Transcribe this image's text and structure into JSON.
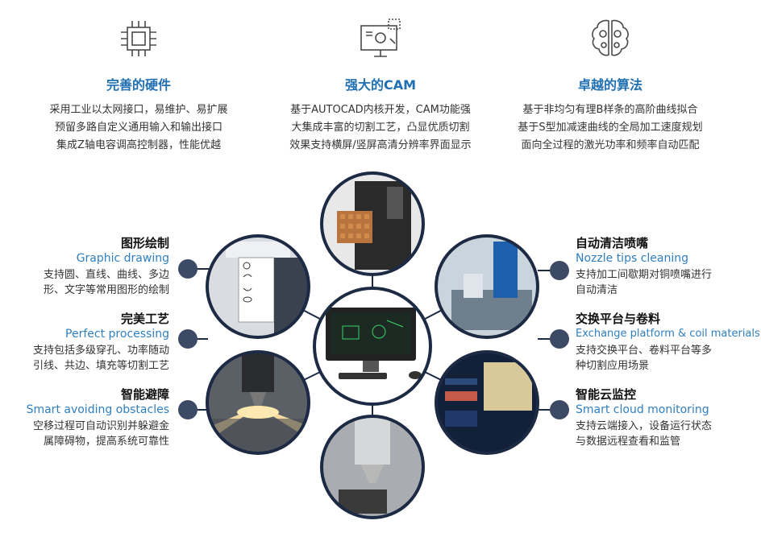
{
  "features": [
    {
      "icon": "chip-icon",
      "title": "完善的硬件",
      "lines": [
        "采用工业以太网接口，易维护、易扩展",
        "预留多路自定义通用输入和输出接口",
        "集成Z轴电容调高控制器，性能优越"
      ]
    },
    {
      "icon": "monitor-icon",
      "title": "强大的CAM",
      "lines": [
        "基于AUTOCAD内核开发，CAM功能强",
        "大集成丰富的切割工艺，凸显优质切割",
        "效果支持横屏/竖屏高清分辨率界面显示"
      ]
    },
    {
      "icon": "brain-gear-icon",
      "title": "卓越的算法",
      "lines": [
        "基于非均匀有理B样条的高阶曲线拟合",
        "基于S型加减速曲线的全局加工速度规划",
        "面向全过程的激光功率和频率自动匹配"
      ]
    }
  ],
  "left_items": [
    {
      "zh": "图形绘制",
      "en": "Graphic drawing",
      "desc": [
        "支持圆、直线、曲线、多边",
        "形、文字等常用图形的绘制"
      ]
    },
    {
      "zh": "完美工艺",
      "en": "Perfect processing",
      "desc": [
        "支持包括多级穿孔、功率随动",
        "引线、共边、填充等切割工艺"
      ]
    },
    {
      "zh": "智能避障",
      "en": "Smart avoiding obstacles",
      "desc": [
        "空移过程可自动识别并躲避金",
        "属障碍物，提高系统可靠性"
      ]
    }
  ],
  "right_items": [
    {
      "zh": "自动清洁喷嘴",
      "en": "Nozzle tips cleaning",
      "desc": [
        "支持加工间歇期对铜喷嘴进行",
        "自动清洁"
      ]
    },
    {
      "zh": "交换平台与卷料",
      "en": "Exchange platform & coil materials",
      "desc": [
        "支持交换平台、卷料平台等多",
        "种切割应用场景"
      ]
    },
    {
      "zh": "智能云监控",
      "en": "Smart cloud monitoring",
      "desc": [
        "支持云端接入，设备运行状态",
        "与数据远程查看和监管"
      ]
    }
  ],
  "colors": {
    "accent": "#1f6fb2",
    "dot": "#3d4a66",
    "ring": "#1d2a44",
    "en_text": "#2f7fc0"
  }
}
